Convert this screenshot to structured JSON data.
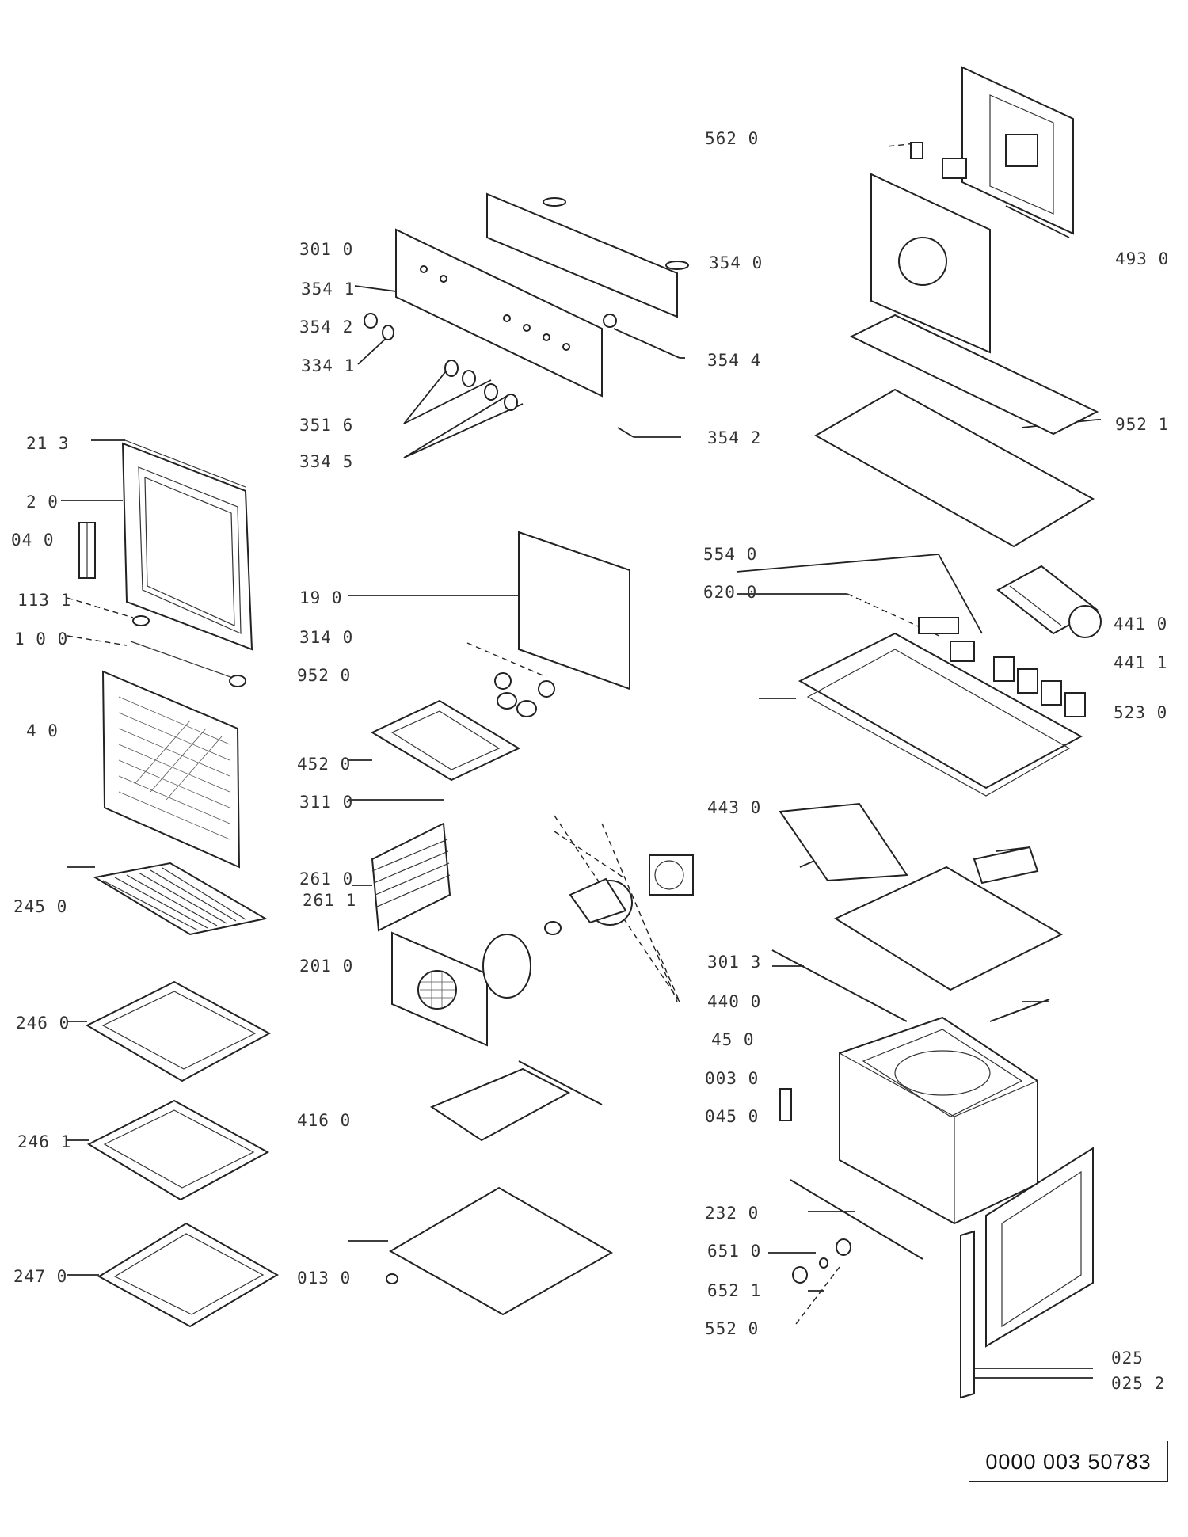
{
  "labels": [
    {
      "id": "562-0-a",
      "text": "562  0"
    },
    {
      "id": "301-0",
      "text": "301  0"
    },
    {
      "id": "354-0",
      "text": "354  0"
    },
    {
      "id": "354-1-a",
      "text": "354  1"
    },
    {
      "id": "354-2-a",
      "text": "354  2"
    },
    {
      "id": "334-1",
      "text": "334  1"
    },
    {
      "id": "354-4",
      "text": "354  4"
    },
    {
      "id": "351-6",
      "text": "351  6"
    },
    {
      "id": "354-2-b",
      "text": "354  2"
    },
    {
      "id": "334-5",
      "text": "334  5"
    },
    {
      "id": "493-0",
      "text": "493  0"
    },
    {
      "id": "952-1",
      "text": "952  1"
    },
    {
      "id": "21-3",
      "text": "21  3"
    },
    {
      "id": "2-0",
      "text": "2   0"
    },
    {
      "id": "04-0",
      "text": "04   0"
    },
    {
      "id": "113-1",
      "text": "113  1"
    },
    {
      "id": "1-0-0",
      "text": "1  0  0"
    },
    {
      "id": "4-0",
      "text": "4    0"
    },
    {
      "id": "19-0",
      "text": "19   0"
    },
    {
      "id": "314-0",
      "text": "314  0"
    },
    {
      "id": "952-0",
      "text": "952  0"
    },
    {
      "id": "452-0",
      "text": "452  0"
    },
    {
      "id": "311-0",
      "text": "311  0"
    },
    {
      "id": "261-0",
      "text": "261  0"
    },
    {
      "id": "261-1",
      "text": "261  1"
    },
    {
      "id": "201-0",
      "text": "201  0"
    },
    {
      "id": "416-0",
      "text": "416  0"
    },
    {
      "id": "013-0",
      "text": "013  0"
    },
    {
      "id": "245-0",
      "text": "245  0"
    },
    {
      "id": "246-0",
      "text": "246  0"
    },
    {
      "id": "246-1",
      "text": "246  1"
    },
    {
      "id": "247-0",
      "text": "247  0"
    },
    {
      "id": "554-0",
      "text": "554  0"
    },
    {
      "id": "620-0",
      "text": "620  0"
    },
    {
      "id": "441-0",
      "text": "441  0"
    },
    {
      "id": "441-1",
      "text": "441  1"
    },
    {
      "id": "523-0",
      "text": "523  0"
    },
    {
      "id": "443-0",
      "text": "443  0"
    },
    {
      "id": "301-3",
      "text": "301  3"
    },
    {
      "id": "440-0",
      "text": "440  0"
    },
    {
      "id": "45-0",
      "text": "45   0"
    },
    {
      "id": "003-0",
      "text": "003  0"
    },
    {
      "id": "045-0",
      "text": "045  0"
    },
    {
      "id": "232-0",
      "text": "232  0"
    },
    {
      "id": "651-0",
      "text": "651  0"
    },
    {
      "id": "652-1",
      "text": "652  1"
    },
    {
      "id": "552-0",
      "text": "552  0"
    },
    {
      "id": "025",
      "text": "025"
    },
    {
      "id": "025-2",
      "text": "025  2"
    }
  ],
  "doc_number": "0000 003 50783"
}
